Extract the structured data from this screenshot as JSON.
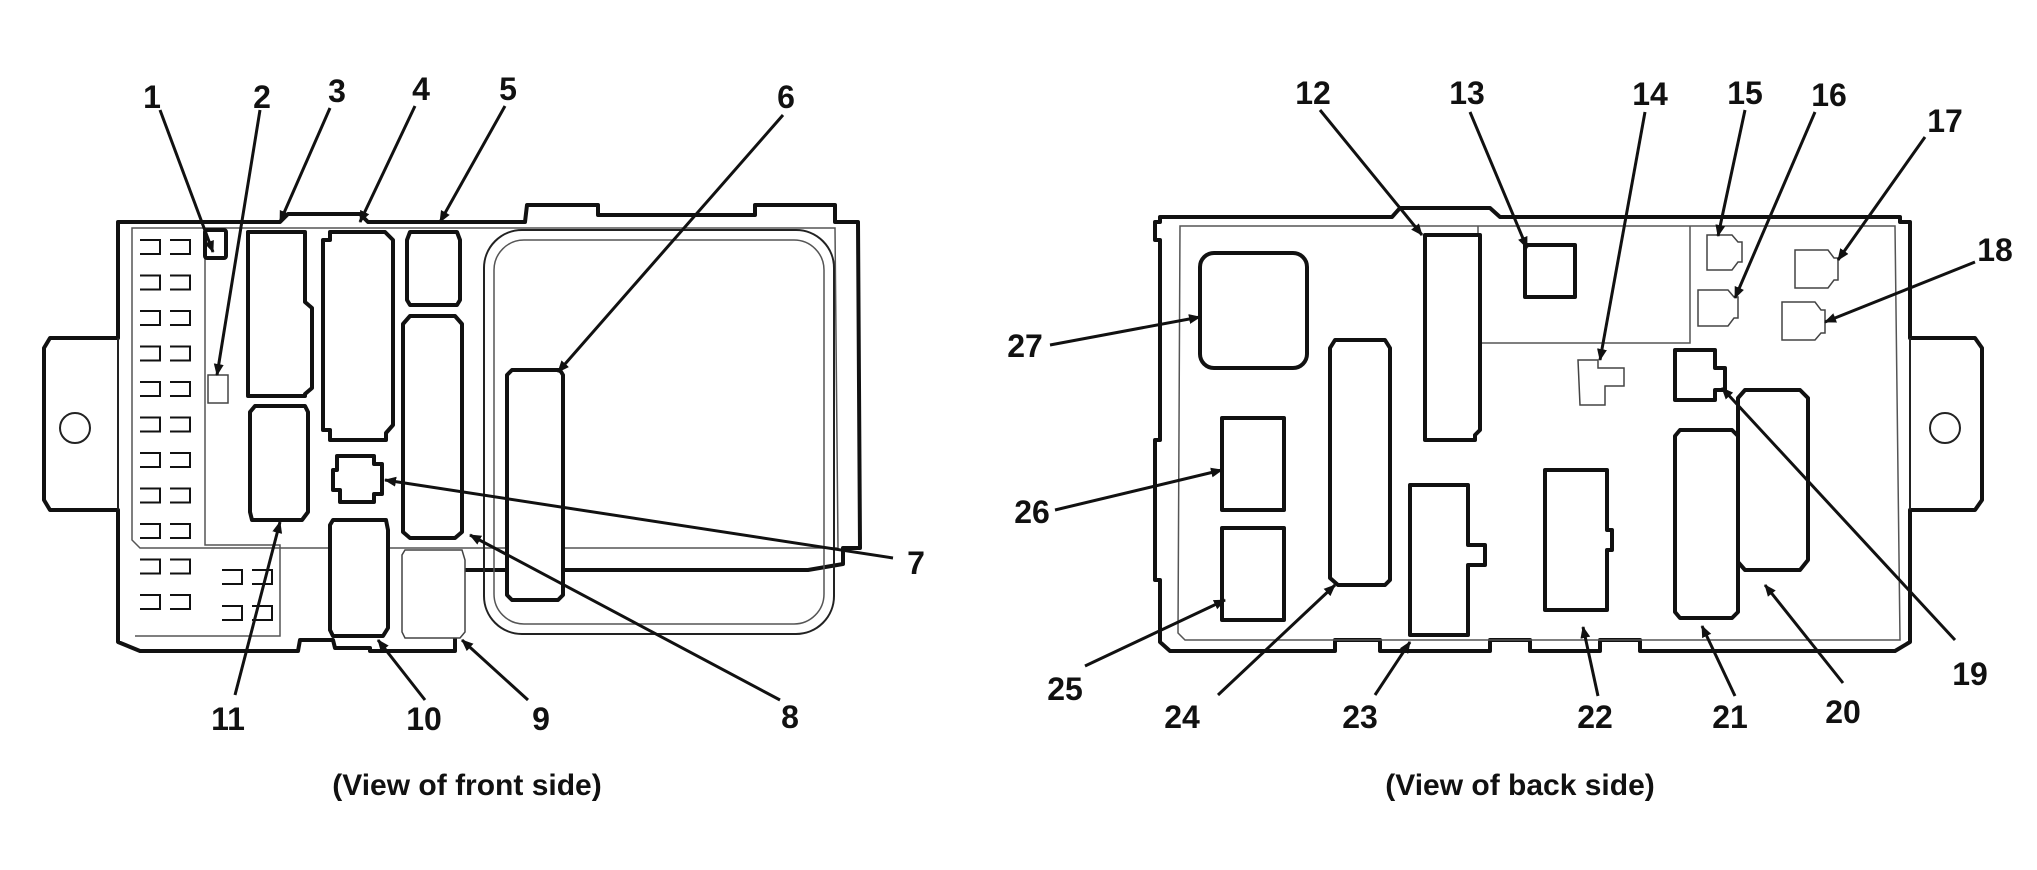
{
  "captions": {
    "front": "(View of front side)",
    "back": "(View of back side)"
  },
  "callouts": {
    "front": [
      "1",
      "2",
      "3",
      "4",
      "5",
      "6",
      "7",
      "8",
      "9",
      "10",
      "11"
    ],
    "back": [
      "12",
      "13",
      "14",
      "15",
      "16",
      "17",
      "18",
      "19",
      "20",
      "21",
      "22",
      "23",
      "24",
      "25",
      "26",
      "27"
    ]
  }
}
